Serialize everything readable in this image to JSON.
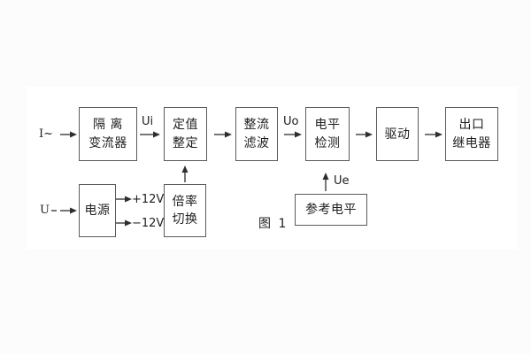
{
  "figure": {
    "caption": "图 1",
    "colors": {
      "background": "#fcfcfc",
      "panel": "#ffffff",
      "border": "#5a5a5a",
      "line": "#2e2e2e",
      "text": "#1e1e1e"
    }
  },
  "inputs": {
    "current": "I~",
    "voltage": "U"
  },
  "signals": {
    "ui": "Ui",
    "uo": "Uo",
    "ue": "Ue",
    "plus12": "+12V",
    "minus12": "−12V"
  },
  "blocks": {
    "isolation": {
      "line1": "隔 离",
      "line2": "变流器"
    },
    "setting": {
      "line1": "定值",
      "line2": "整定"
    },
    "rectify": {
      "line1": "整流",
      "line2": "滤波"
    },
    "level": {
      "line1": "电平",
      "line2": "检测"
    },
    "drive": {
      "label": "驱动"
    },
    "relay": {
      "line1": "出口",
      "line2": "继电器"
    },
    "power": {
      "label": "电源"
    },
    "ratio": {
      "line1": "倍率",
      "line2": "切换"
    },
    "reference": {
      "label": "参考电平"
    }
  }
}
